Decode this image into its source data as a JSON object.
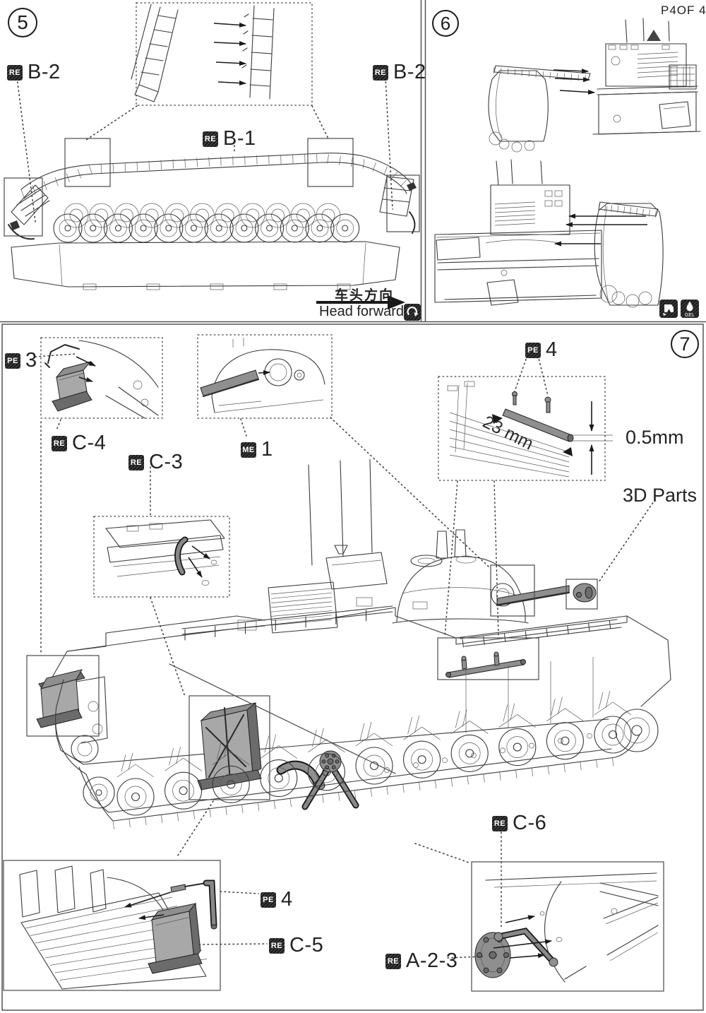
{
  "page": {
    "sheet_code": "P4OF 4",
    "background": "#ffffff"
  },
  "colors": {
    "line": "#3a3a3a",
    "part_fill": "#8f8f8f",
    "part_dark": "#6b6b6b",
    "badge_bg": "#1c1c1c",
    "badge_text": "#ffffff"
  },
  "icons": {
    "rotate": "rotate-arrow",
    "cut": "sprue-cutter",
    "glue_gel": "glue-gel-drop"
  },
  "step5": {
    "number": "5",
    "label_b2_left": {
      "badge": "RE",
      "text": "B-2"
    },
    "label_b1": {
      "badge": "RE",
      "text": "B-1"
    },
    "label_b2_right": {
      "badge": "RE",
      "text": "B-2"
    },
    "direction_cn": "车头方向",
    "direction_en": "Head forward"
  },
  "step6": {
    "number": "6",
    "glue_icon_text": "GEL"
  },
  "step7": {
    "number": "7",
    "label_pe3": {
      "badge": "PE",
      "text": "3"
    },
    "label_c4": {
      "badge": "RE",
      "text": "C-4"
    },
    "label_c3": {
      "badge": "RE",
      "text": "C-3"
    },
    "label_me1": {
      "badge": "ME",
      "text": "1"
    },
    "label_pe4_top": {
      "badge": "PE",
      "text": "4"
    },
    "label_pe4_bottom": {
      "badge": "PE",
      "text": "4"
    },
    "label_c5": {
      "badge": "RE",
      "text": "C-5"
    },
    "label_c6": {
      "badge": "RE",
      "text": "C-6"
    },
    "label_a23": {
      "badge": "RE",
      "text": "A-2-3"
    },
    "dim_rod_length": "23 mm",
    "dim_rod_thickness": "0.5mm",
    "note_3d_parts": "3D Parts"
  }
}
